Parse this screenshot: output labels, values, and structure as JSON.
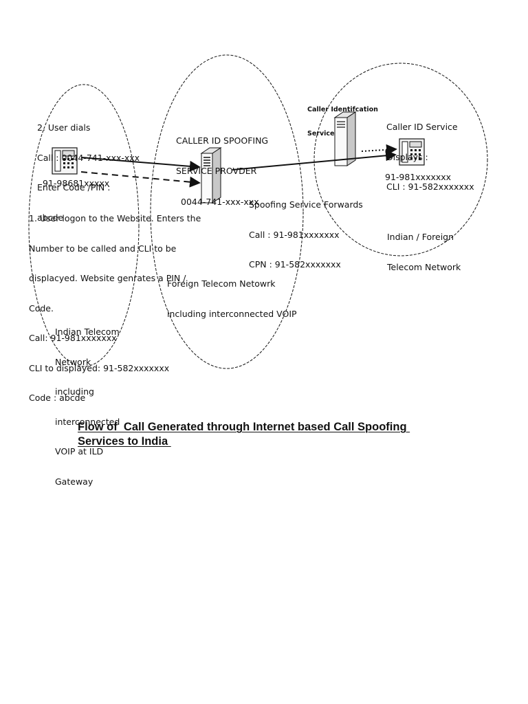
{
  "diagram": {
    "step2": [
      "2. User dials",
      "Call : 0044-741-xxx-xxx",
      "Enter Code /PIN :",
      "abcde"
    ],
    "caller_number": "91-98681xxxxx",
    "step1": [
      "1. User logon to the Website. Enters the",
      "Number to be called and CLI to be",
      "displacyed. Website genrates a PIN /",
      "Code.",
      "Call: 91-981xxxxxxx",
      "CLI to displayed: 91-582xxxxxxx",
      "Code : abcde"
    ],
    "indian_network": [
      "Indian Telecom",
      "Network",
      "including",
      "interconnected",
      "VOIP at ILD",
      "Gateway"
    ],
    "spoof_provider": [
      "CALLER ID SPOOFING",
      "SERVICE PROVDER",
      "0044-741-xxx-xxx"
    ],
    "foreign_network": [
      "Foreign Telecom Netowrk",
      "including interconnected VOIP"
    ],
    "forwarding": [
      "Spoofing Service Forwards",
      "Call : 91-981xxxxxxx",
      "CPN : 91-582xxxxxxx"
    ],
    "caller_id_label": [
      "Caller Identifcation",
      "Service"
    ],
    "caller_id_display": [
      "Caller ID Service",
      "Displays :",
      "CLI : 91-582xxxxxxx"
    ],
    "receiver_number": "91-981xxxxxxx",
    "destination_network": [
      "Indian / Foreign",
      "Telecom Network"
    ]
  },
  "caption": [
    "Flow of  Call Generated through Internet based Call Spoofing ",
    "Services to India "
  ]
}
